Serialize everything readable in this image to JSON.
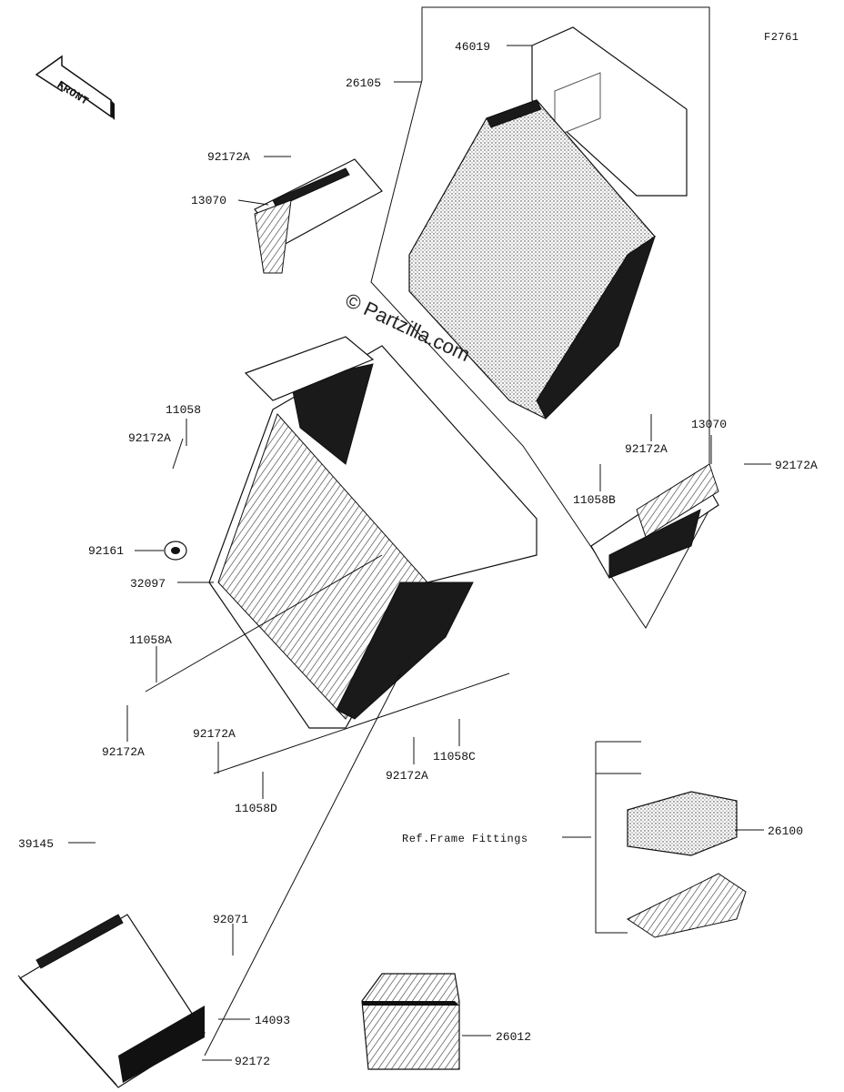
{
  "figure_id": "F2761",
  "front_arrow": {
    "label": "FRONT"
  },
  "watermark": "© Partzilla.com",
  "ref_note": "Ref.Frame Fittings",
  "callouts": [
    {
      "id": "c1",
      "label": "46019"
    },
    {
      "id": "c2",
      "label": "26105"
    },
    {
      "id": "c3",
      "label": "92172A"
    },
    {
      "id": "c4",
      "label": "13070"
    },
    {
      "id": "c5",
      "label": "11058"
    },
    {
      "id": "c6",
      "label": "92172A"
    },
    {
      "id": "c7",
      "label": "92161"
    },
    {
      "id": "c8",
      "label": "32097"
    },
    {
      "id": "c9",
      "label": "92172A"
    },
    {
      "id": "c10",
      "label": "11058B"
    },
    {
      "id": "c11",
      "label": "13070"
    },
    {
      "id": "c12",
      "label": "92172A"
    },
    {
      "id": "c13",
      "label": "11058A"
    },
    {
      "id": "c14",
      "label": "92172A"
    },
    {
      "id": "c15",
      "label": "92172A"
    },
    {
      "id": "c16",
      "label": "11058D"
    },
    {
      "id": "c17",
      "label": "92172A"
    },
    {
      "id": "c18",
      "label": "11058C"
    },
    {
      "id": "c19",
      "label": "26100"
    },
    {
      "id": "c20",
      "label": "39145"
    },
    {
      "id": "c21",
      "label": "92071"
    },
    {
      "id": "c22",
      "label": "14093"
    },
    {
      "id": "c23",
      "label": "92172"
    },
    {
      "id": "c24",
      "label": "26012"
    }
  ]
}
